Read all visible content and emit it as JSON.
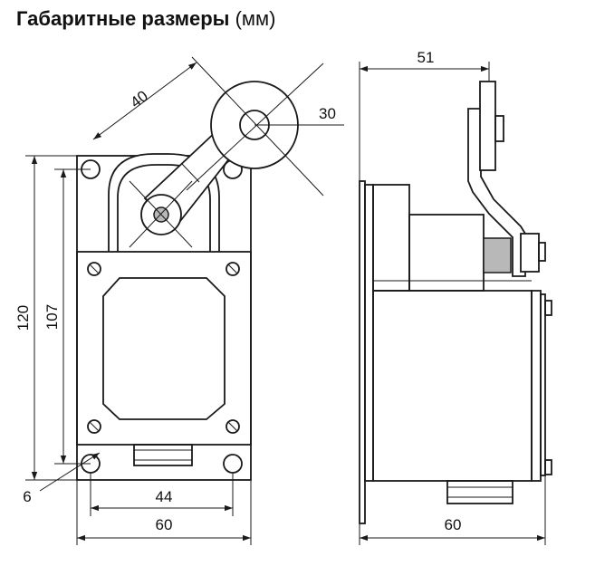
{
  "title": {
    "bold": "Габаритные размеры",
    "unit": "(мм)"
  },
  "dimensions": {
    "lever_length": "40",
    "roller_diameter": "30",
    "total_height": "120",
    "hole_spacing_vertical": "107",
    "hole_diameter": "6",
    "hole_spacing_horizontal": "44",
    "front_width": "60",
    "side_depth": "60",
    "side_lever_reach": "51"
  },
  "colors": {
    "line": "#1a1a1a",
    "shaft": "#b8b8b8",
    "background": "#ffffff"
  }
}
